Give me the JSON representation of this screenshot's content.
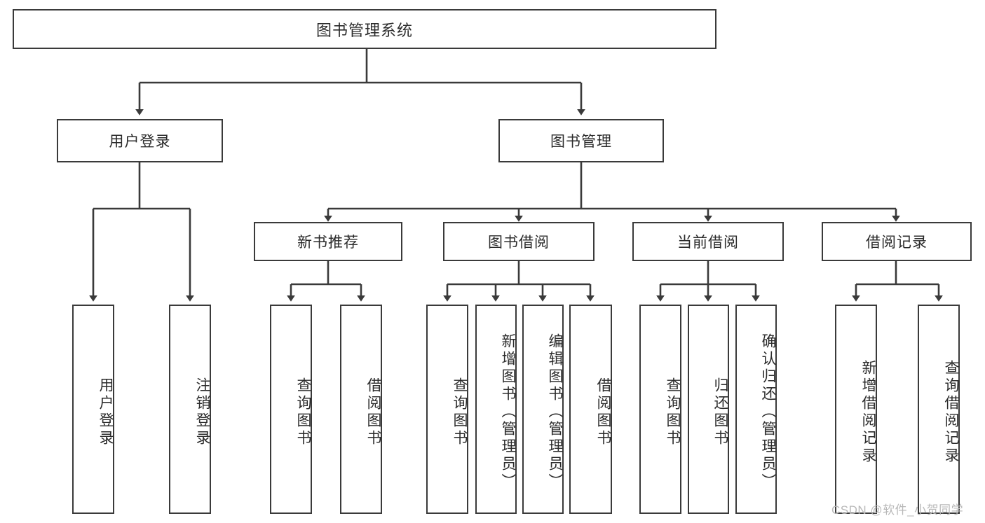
{
  "diagram": {
    "type": "tree-hierarchy",
    "title": "图书管理系统",
    "orientation": "top-down",
    "colors": {
      "box_border": "#3a3a3a",
      "box_fill": "#ffffff",
      "line": "#3a3a3a",
      "text": "#2b2b2b",
      "watermark": "#b9b9b9"
    }
  },
  "root": {
    "label": "图书管理系统"
  },
  "level2": [
    {
      "label": "用户登录"
    },
    {
      "label": "图书管理"
    }
  ],
  "level3": [
    {
      "label": "新书推荐"
    },
    {
      "label": "图书借阅"
    },
    {
      "label": "当前借阅"
    },
    {
      "label": "借阅记录"
    }
  ],
  "leaves": {
    "user_login": [
      {
        "label": "用户登录"
      },
      {
        "label": "注销登录"
      }
    ],
    "new_book": [
      {
        "label": "查询图书"
      },
      {
        "label": "借阅图书"
      }
    ],
    "borrow_book": [
      {
        "label": "查询图书"
      },
      {
        "label": "新增图书（管理员）"
      },
      {
        "label": "编辑图书（管理员）"
      },
      {
        "label": "借阅图书"
      }
    ],
    "current_borrow": [
      {
        "label": "查询图书"
      },
      {
        "label": "归还图书"
      },
      {
        "label": "确认归还（管理员）"
      }
    ],
    "borrow_record": [
      {
        "label": "新增借阅记录"
      },
      {
        "label": "查询借阅记录"
      }
    ]
  },
  "watermark": {
    "label": "CSDN @软件_小贺同学"
  }
}
